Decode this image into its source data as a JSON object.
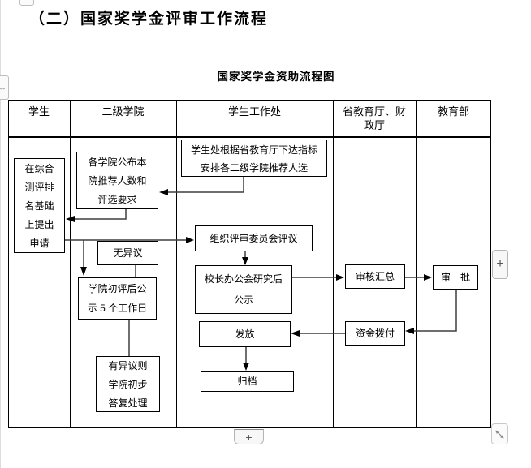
{
  "page": {
    "heading": "（二）国家奖学金评审工作流程"
  },
  "diagram": {
    "title": "国家奖学金资助流程图",
    "columns": [
      "学生",
      "二级学院",
      "学生工作处",
      "省教育厅、财政厅",
      "教育部"
    ],
    "nodes": {
      "apply": "在综合测评排名基础上提出申请",
      "college_announce": "各学院公布本院推荐人数和评选要求",
      "office_quota": "学生处根据省教育厅下达指标 安排各二级学院推荐人选",
      "no_objection": "无异议",
      "college_review": "学院初评后公示 5 个工作日",
      "objection_handle": "有异议则学院初步答复处理",
      "committee_review": "组织评审委员会评议",
      "president_meeting": "校长办公会研究后 公示",
      "issue": "发放",
      "archive": "归档",
      "audit_summary": "审核汇总",
      "funds_transfer": "资金拨付",
      "approve": "审　批"
    }
  },
  "controls": {
    "side_add_label": "+",
    "bottom_add_label": "+",
    "move_glyph": "↔"
  },
  "colors": {
    "border": "#000000",
    "connector": "#3f3f3f",
    "control_border": "#b5b5b5",
    "page_background": "#ffffff"
  }
}
